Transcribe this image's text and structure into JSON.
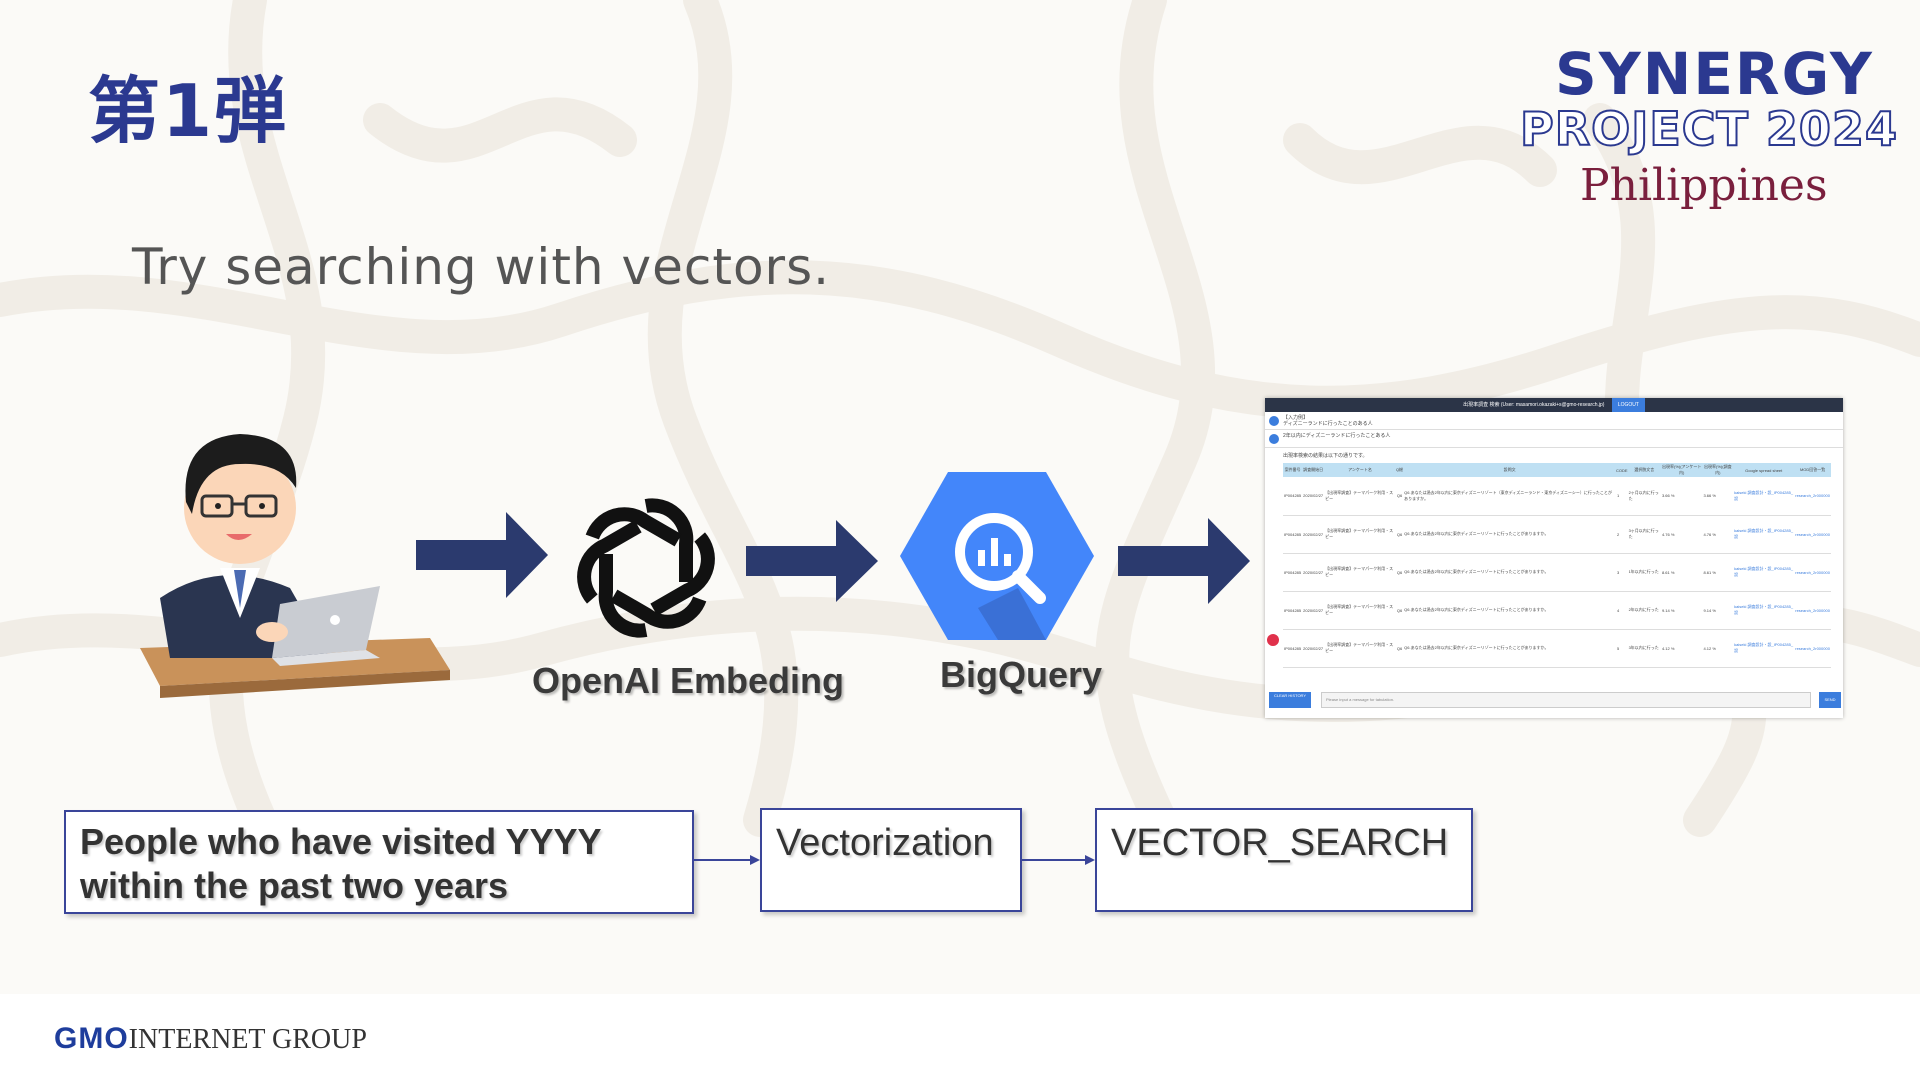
{
  "slide": {
    "title": "第1弾",
    "subtitle": "Try searching with vectors."
  },
  "brand": {
    "line1": "SYNERGY",
    "line2": "PROJECT 2024",
    "line3": "Philippines",
    "colors": {
      "navy": "#2b3990",
      "maroon": "#7a1f3d"
    }
  },
  "pipeline": {
    "labels": {
      "openai": "OpenAI Embeding",
      "bigquery": "BigQuery"
    },
    "icons": [
      "person-at-laptop-icon",
      "openai-logo-icon",
      "bigquery-logo-icon",
      "results-screenshot"
    ],
    "arrow_color": "#2b3a6e"
  },
  "flow": {
    "query_line1": "People who have visited YYYY",
    "query_line2": "within the past two years",
    "step2": "Vectorization",
    "step3": "VECTOR_SEARCH"
  },
  "footer": {
    "logo_bold": "GMO",
    "logo_rest": "INTERNET GROUP"
  },
  "screenshot": {
    "topbar": "出現率調査 検索 (User: masamori.okazaki+s@gmo-research.jp)",
    "topbar_button": "LOGOUT",
    "msg1_line1": "【入力例】",
    "msg1_line2": "ディズニーランドに行ったことのある人",
    "msg2": "2年以内にディズニーランドに行ったことある人",
    "result_intro": "出現率検索の結果は以下の通りです。",
    "headers": [
      "案件番号",
      "調査開始日",
      "アンケート名",
      "Q総",
      "設問文",
      "CODE",
      "選択肢文言",
      "出現率(%)(アンケート内)",
      "出現率(%)(調査内)",
      "Google spread sheet",
      "MOD回答一覧"
    ],
    "rows": [
      {
        "id": "IP004285",
        "date": "2020/02/27",
        "survey": "【出現率調査】テーマパーク利用・スピー",
        "q": "Q6",
        "question": "Q6.あなたは過去2年以内に東京ディズニーリゾート（東京ディズニーランド・東京ディズニーシー）に行ったことがありますか。",
        "code": "1",
        "choice": "2ヶ月以内に行った",
        "rate1": "3.66 %",
        "rate2": "3.66 %",
        "sheet": "kaiseki 調査設計・設_IP004285_設",
        "mod": "research_2r000000"
      },
      {
        "id": "IP004285",
        "date": "2020/02/27",
        "survey": "【出現率調査】テーマパーク利用・スピー",
        "q": "Q6",
        "question": "Q6.あなたは過去2年以内に東京ディズニーリゾートに行ったことがありますか。",
        "code": "2",
        "choice": "3ヶ月以内に行った",
        "rate1": "4.76 %",
        "rate2": "4.76 %",
        "sheet": "kaiseki 調査設計・設_IP004285_設",
        "mod": "research_2r000000"
      },
      {
        "id": "IP004285",
        "date": "2020/02/27",
        "survey": "【出現率調査】テーマパーク利用・スピー",
        "q": "Q6",
        "question": "Q6.あなたは過去2年以内に東京ディズニーリゾートに行ったことがありますか。",
        "code": "3",
        "choice": "1年以内に行った",
        "rate1": "8.61 %",
        "rate2": "8.61 %",
        "sheet": "kaiseki 調査設計・設_IP004285_設",
        "mod": "research_2r000000"
      },
      {
        "id": "IP004285",
        "date": "2020/02/27",
        "survey": "【出現率調査】テーマパーク利用・スピー",
        "q": "Q6",
        "question": "Q6.あなたは過去2年以内に東京ディズニーリゾートに行ったことがありますか。",
        "code": "4",
        "choice": "2年以内に行った",
        "rate1": "9.14 %",
        "rate2": "9.14 %",
        "sheet": "kaiseki 調査設計・設_IP004285_設",
        "mod": "research_2r000000"
      },
      {
        "id": "IP004285",
        "date": "2020/02/27",
        "survey": "【出現率調査】テーマパーク利用・スピー",
        "q": "Q6",
        "question": "Q6.あなたは過去2年以内に東京ディズニーリゾートに行ったことがありますか。",
        "code": "5",
        "choice": "3年以内に行った",
        "rate1": "4.12 %",
        "rate2": "4.12 %",
        "sheet": "kaiseki 調査設計・設_IP004285_設",
        "mod": "research_2r000000"
      }
    ],
    "clear_label": "CLEAR HISTORY",
    "input_placeholder": "Please input a message for tabulation.",
    "send_label": "SEND"
  }
}
